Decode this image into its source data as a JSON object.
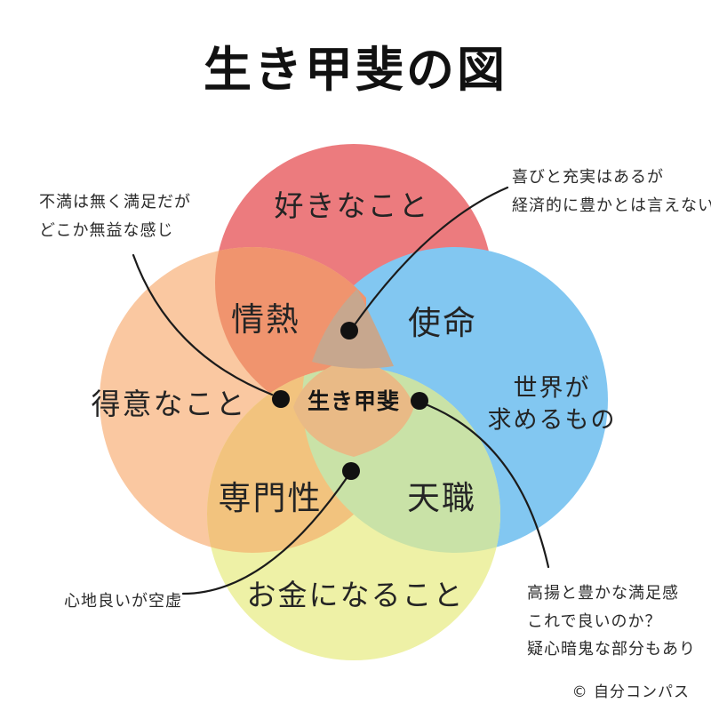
{
  "title": "生き甲斐の図",
  "circles": {
    "top": {
      "label": "好きなこと",
      "color": "#EC7B7E"
    },
    "left": {
      "label": "得意なこと",
      "color": "#FAC8A1"
    },
    "right": {
      "label_line1": "世界が",
      "label_line2": "求めるもの",
      "color": "#82C7F1"
    },
    "bottom": {
      "label": "お金になること",
      "color": "#EEF1A6"
    }
  },
  "overlaps": {
    "passion": {
      "label": "情熱",
      "color": "#F0946E"
    },
    "mission": {
      "label": "使命",
      "color": "#C7A78E"
    },
    "profession": {
      "label": "専門性",
      "color": "#F2C37E"
    },
    "vocation": {
      "label": "天職",
      "color": "#C9E2A7"
    },
    "center": {
      "label": "生き甲斐",
      "color": "#E9BA86"
    }
  },
  "annotations": {
    "top_left": {
      "line1": "不満は無く満足だが",
      "line2": "どこか無益な感じ"
    },
    "top_right": {
      "line1": "喜びと充実はあるが",
      "line2": "経済的に豊かとは言えない"
    },
    "bottom_left": {
      "line1": "心地良いが空虚"
    },
    "bottom_right": {
      "line1": "高揚と豊かな満足感",
      "line2": "これで良いのか？",
      "line3": "疑心暗鬼な部分もあり"
    }
  },
  "footer": {
    "credit": "© 自分コンパス"
  }
}
